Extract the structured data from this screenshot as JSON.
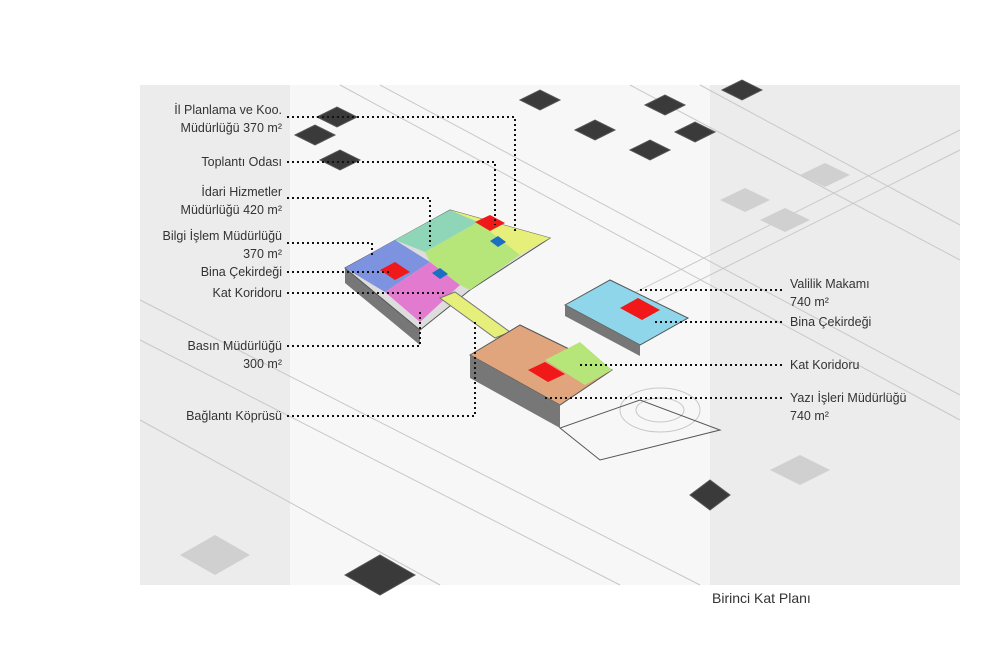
{
  "title": "Birinci Kat Planı",
  "labels_left": [
    {
      "line1": "İl Planlama ve Koo.",
      "line2": "Müdürlüğü 370 m²"
    },
    {
      "line1": "Toplantı Odası",
      "line2": ""
    },
    {
      "line1": "İdari Hizmetler",
      "line2": "Müdürlüğü 420 m²"
    },
    {
      "line1": "Bilgi İşlem Müdürlüğü",
      "line2": "370 m²"
    },
    {
      "line1": "Bina Çekirdeği",
      "line2": ""
    },
    {
      "line1": "Kat Koridoru",
      "line2": ""
    },
    {
      "line1": "Basın Müdürlüğü",
      "line2": "300 m²"
    },
    {
      "line1": "Bağlantı Köprüsü",
      "line2": ""
    }
  ],
  "labels_right": [
    {
      "line1": "Valilik Makamı",
      "line2": "740 m²"
    },
    {
      "line1": "Bina Çekirdeği",
      "line2": ""
    },
    {
      "line1": "Kat Koridoru",
      "line2": ""
    },
    {
      "line1": "Yazı İşleri Müdürlüğü",
      "line2": "740 m²"
    }
  ],
  "colors": {
    "blue": "#7d93e0",
    "pink": "#e27ad0",
    "green": "#b6e67a",
    "yellow": "#e6ef7a",
    "teal": "#8fd6b8",
    "cyan": "#8fd6ea",
    "orange": "#e0a57c",
    "red": "#f01818",
    "core_blue": "#1a6fc0"
  }
}
